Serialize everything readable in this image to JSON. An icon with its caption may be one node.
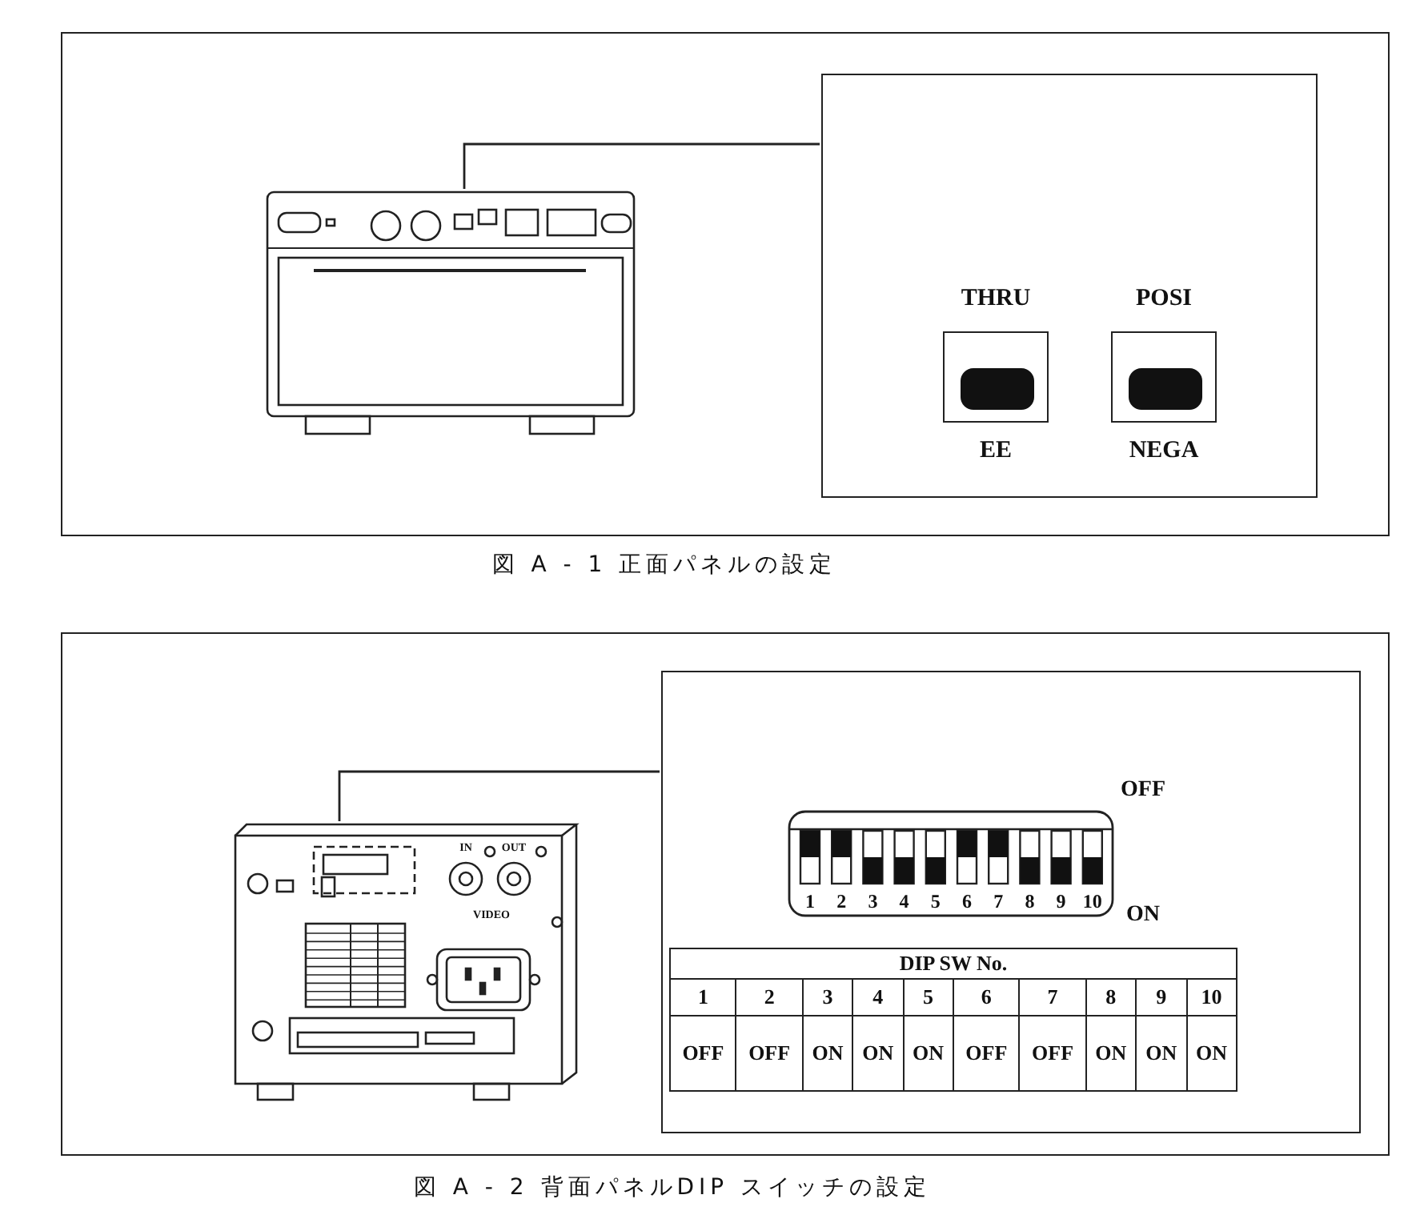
{
  "diagram": {
    "nodes": [
      {
        "text": [],
        "shape": "box"
      },
      {
        "text": [],
        "shape": "picture",
        "in": 0
      },
      {
        "text": [],
        "shape": "box",
        "in": 0
      },
      {
        "text": [
          "THRU",
          "EE"
        ],
        "in": 2
      },
      {
        "text": [
          "POSI",
          "NEGA"
        ],
        "in": 2
      },
      {
        "text": [],
        "shape": "box"
      },
      {
        "text": [],
        "shape": "picture",
        "in": 5
      },
      {
        "text": [],
        "shape": "box",
        "in": 5
      }
    ],
    "edges": [
      {
        "from": 1,
        "to": 2,
        "arrow": "none"
      },
      {
        "from": 6,
        "to": 7,
        "arrow": "none"
      }
    ],
    "labels": [
      "図 A - 1 正面パネルの設定",
      "IN",
      "OUT",
      "VIDEO",
      "OFF",
      "1",
      "2",
      "3",
      "4",
      "5",
      "6",
      "7",
      "8",
      "9",
      "10",
      "ON",
      "DIP SW No.",
      "1",
      "2",
      "3",
      "4",
      "5",
      "6",
      "7",
      "8",
      "9",
      "10",
      "OFF",
      "OFF",
      "ON",
      "ON",
      "ON",
      "OFF",
      "OFF",
      "ON",
      "ON",
      "ON",
      "図 A - 2 背面パネルDIP スイッチの設定"
    ]
  }
}
